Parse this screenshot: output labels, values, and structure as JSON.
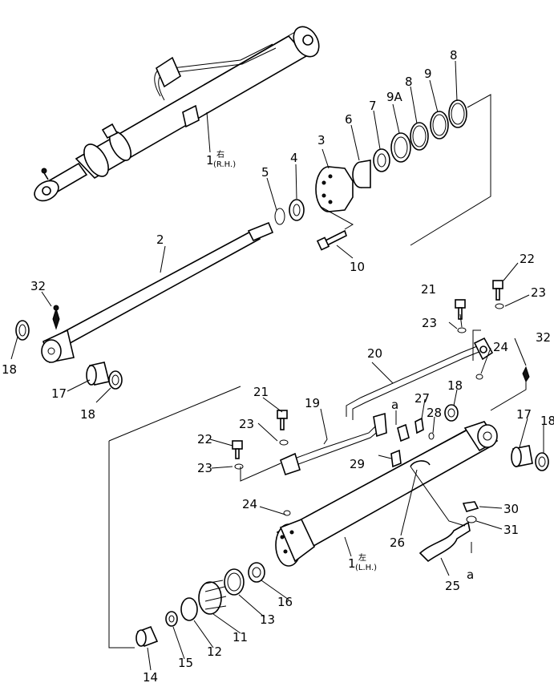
{
  "diagram": {
    "assemblies": {
      "rh": {
        "number": "1",
        "side_jp": "右",
        "side": "(R.H.)"
      },
      "lh": {
        "number": "1",
        "side_jp": "左",
        "side": "(L.H.)"
      }
    },
    "callouts": {
      "c2": "2",
      "c3": "3",
      "c4": "4",
      "c5": "5",
      "c6": "6",
      "c7": "7",
      "c8a": "8",
      "c8b": "8",
      "c9": "9",
      "c9a": "9A",
      "c10": "10",
      "c11": "11",
      "c12": "12",
      "c13": "13",
      "c14": "14",
      "c15": "15",
      "c16": "16",
      "c17a": "17",
      "c17b": "17",
      "c18a": "18",
      "c18b": "18",
      "c18c": "18",
      "c18d": "18",
      "c19": "19",
      "c20": "20",
      "c21a": "21",
      "c21b": "21",
      "c22a": "22",
      "c22b": "22",
      "c23a": "23",
      "c23b": "23",
      "c23c": "23",
      "c23d": "23",
      "c24a": "24",
      "c24b": "24",
      "c25": "25",
      "c26": "26",
      "c27": "27",
      "c28": "28",
      "c29": "29",
      "c30": "30",
      "c31": "31",
      "c32a": "32",
      "c32b": "32"
    },
    "refs": {
      "a_top": "a",
      "a_bottom": "a"
    }
  }
}
